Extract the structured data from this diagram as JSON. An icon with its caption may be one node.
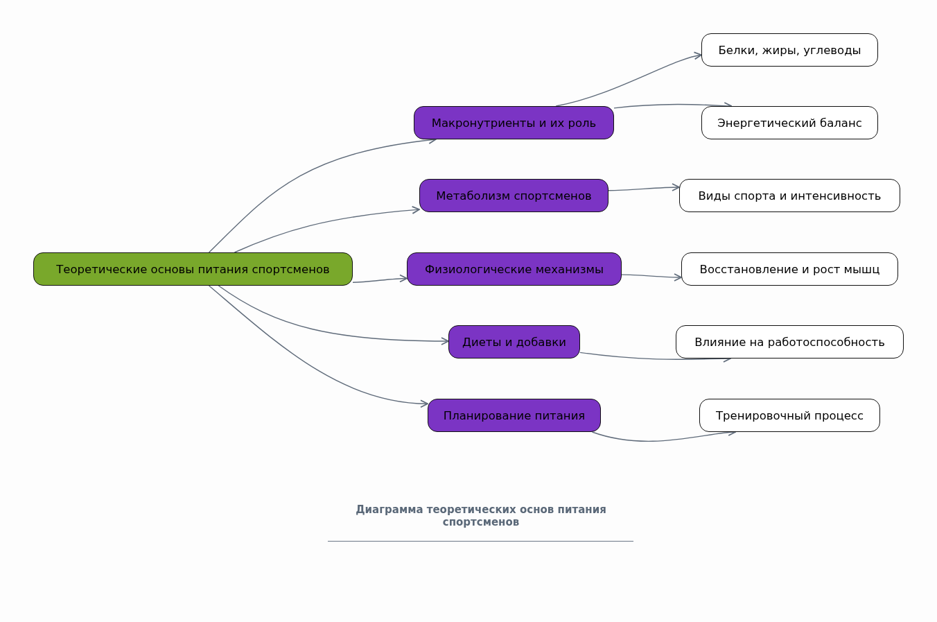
{
  "diagram": {
    "caption": "Диаграмма теоретических основ питания спортсменов",
    "nodes": [
      {
        "text": [
          "Теоретические основы питания спортсменов"
        ]
      },
      {
        "text": [
          "Макронутриенты и их роль"
        ]
      },
      {
        "text": [
          "Белки, жиры, углеводы"
        ]
      },
      {
        "text": [
          "Энергетический баланс"
        ]
      },
      {
        "text": [
          "Метаболизм спортсменов"
        ]
      },
      {
        "text": [
          "Виды спорта и интенсивность"
        ]
      },
      {
        "text": [
          "Физиологические механизмы"
        ]
      },
      {
        "text": [
          "Восстановление и рост мышц"
        ]
      },
      {
        "text": [
          "Диеты и добавки"
        ]
      },
      {
        "text": [
          "Влияние на работоспособность"
        ]
      },
      {
        "text": [
          "Планирование питания"
        ]
      },
      {
        "text": [
          "Тренировочный процесс"
        ]
      }
    ],
    "edges": [
      {
        "from": 0,
        "to": 1,
        "arrow": "to"
      },
      {
        "from": 0,
        "to": 4,
        "arrow": "to"
      },
      {
        "from": 0,
        "to": 6,
        "arrow": "to"
      },
      {
        "from": 0,
        "to": 8,
        "arrow": "to"
      },
      {
        "from": 0,
        "to": 10,
        "arrow": "to"
      },
      {
        "from": 1,
        "to": 2,
        "arrow": "to"
      },
      {
        "from": 1,
        "to": 3,
        "arrow": "to"
      },
      {
        "from": 4,
        "to": 5,
        "arrow": "to"
      },
      {
        "from": 6,
        "to": 7,
        "arrow": "to"
      },
      {
        "from": 8,
        "to": 9,
        "arrow": "to"
      },
      {
        "from": 10,
        "to": 11,
        "arrow": "to"
      }
    ]
  }
}
